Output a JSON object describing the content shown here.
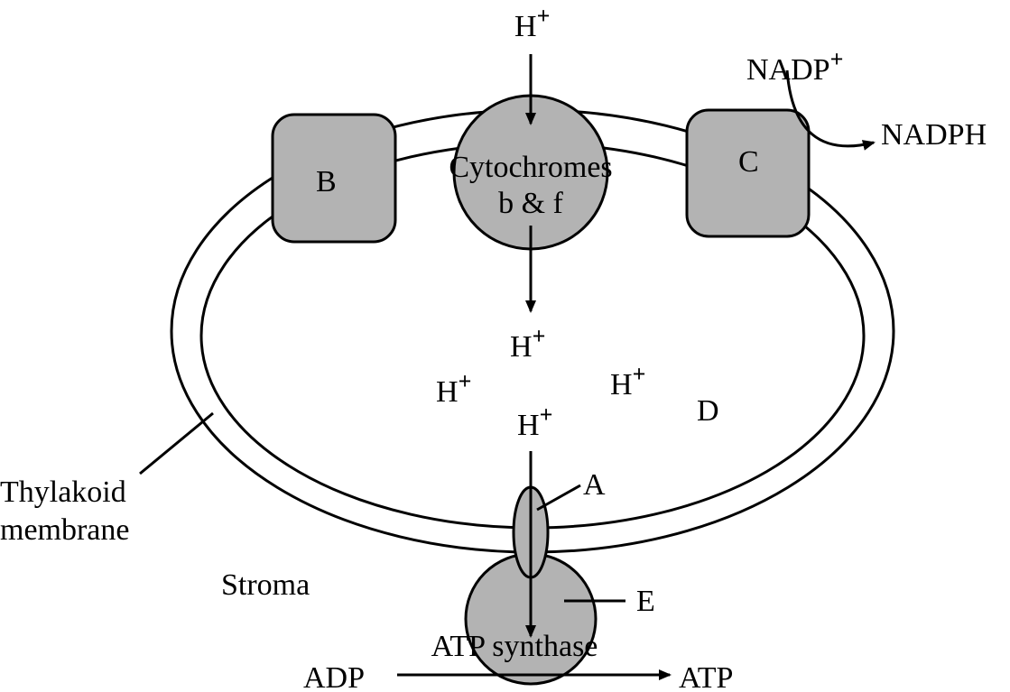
{
  "labels": {
    "h_plus": "H",
    "plus": "+",
    "nadp": "NADP",
    "nadph": "NADPH",
    "b": "B",
    "c": "C",
    "cyt1": "Cytochromes",
    "cyt2": "b & f",
    "d": "D",
    "a": "A",
    "e": "E",
    "thylakoid1": "Thylakoid",
    "thylakoid2": "membrane",
    "stroma": "Stroma",
    "atp_synthase": "ATP synthase",
    "adp": "ADP",
    "atp": "ATP"
  },
  "colors": {
    "fill": "#b3b3b3",
    "stroke": "#000000"
  }
}
